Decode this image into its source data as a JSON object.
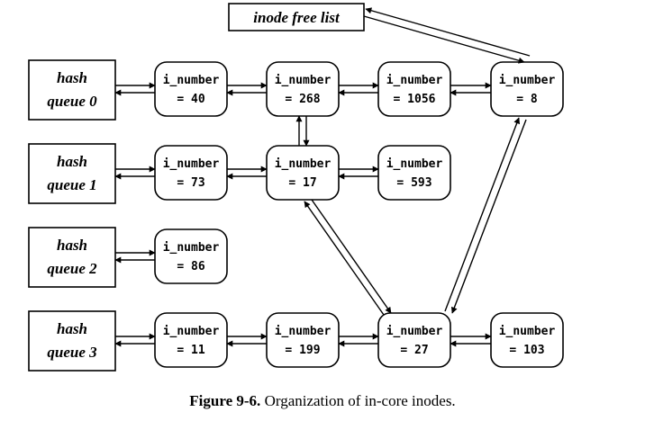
{
  "free_list_label": "inode free list",
  "queues": [
    {
      "line1": "hash",
      "line2": "queue 0"
    },
    {
      "line1": "hash",
      "line2": "queue 1"
    },
    {
      "line1": "hash",
      "line2": "queue 2"
    },
    {
      "line1": "hash",
      "line2": "queue 3"
    }
  ],
  "inode_label": "i_number",
  "inodes": {
    "n40": "= 40",
    "n268": "= 268",
    "n1056": "= 1056",
    "n8": "= 8",
    "n73": "= 73",
    "n17": "= 17",
    "n593": "= 593",
    "n86": "= 86",
    "n11": "= 11",
    "n199": "= 199",
    "n27": "= 27",
    "n103": "= 103"
  },
  "caption": {
    "figure": "Figure 9-6.",
    "text": "Organization of in-core inodes."
  }
}
